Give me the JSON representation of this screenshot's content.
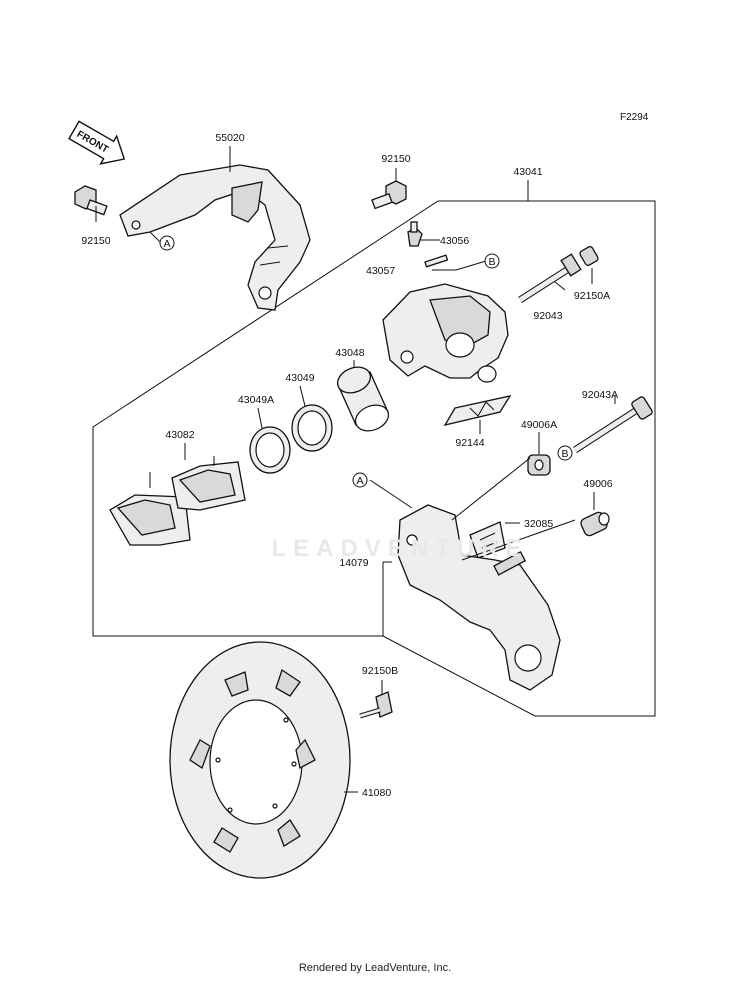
{
  "figure_code": "F2294",
  "front_label": "FRONT",
  "watermark": "LEADVENTURE",
  "footer": "Rendered by LeadVenture, Inc.",
  "callouts": {
    "a": "A",
    "b": "B"
  },
  "parts": {
    "p55020": "55020",
    "p92150_left": "92150",
    "p92150_top": "92150",
    "p43041": "43041",
    "p43056": "43056",
    "p43057": "43057",
    "p92043": "92043",
    "p92150A": "92150A",
    "p43048": "43048",
    "p43049": "43049",
    "p43049A": "43049A",
    "p43082": "43082",
    "p92043A": "92043A",
    "p49006A": "49006A",
    "p92144": "92144",
    "p49006": "49006",
    "p32085": "32085",
    "p14079": "14079",
    "p92150B": "92150B",
    "p41080": "41080"
  }
}
